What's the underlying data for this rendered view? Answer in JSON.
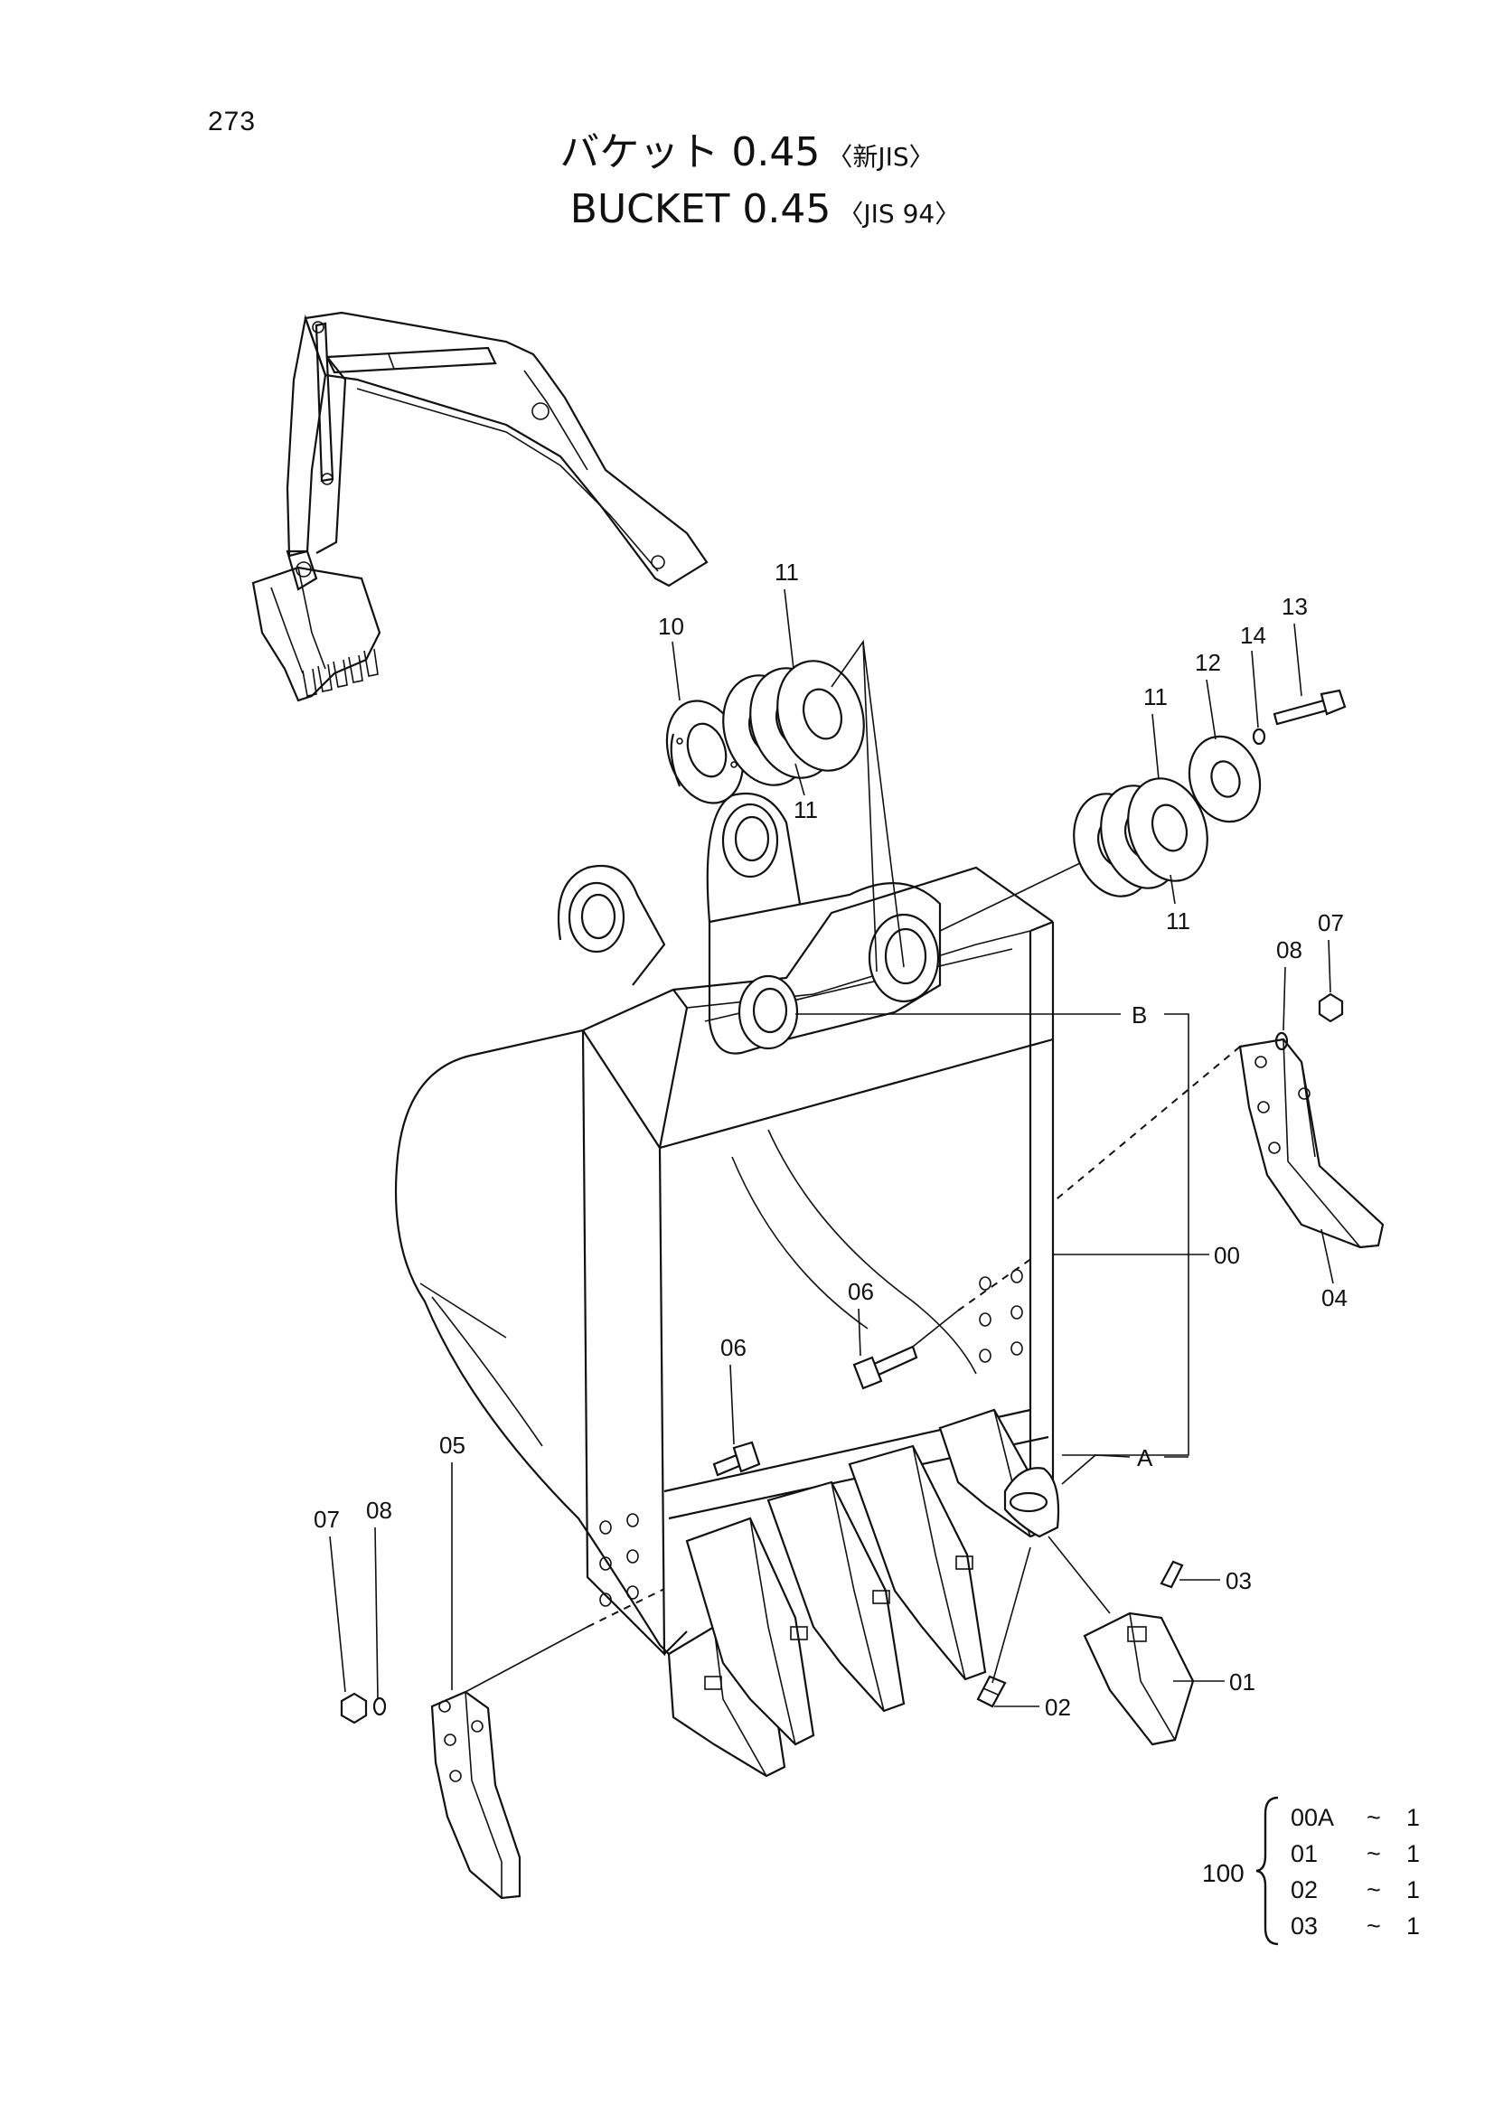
{
  "page_number": "273",
  "title": {
    "japanese": "バケット 0.45",
    "japanese_qualifier": "〈新JIS〉",
    "english": "BUCKET 0.45",
    "english_qualifier": "〈JIS 94〉"
  },
  "callouts": {
    "c00": "00",
    "c01": "01",
    "c02": "02",
    "c03": "03",
    "c04": "04",
    "c05": "05",
    "c06a": "06",
    "c06b": "06",
    "c07a": "07",
    "c07b": "07",
    "c08a": "08",
    "c08b": "08",
    "c10": "10",
    "c11a": "11",
    "c11b": "11",
    "c11c": "11",
    "c11d": "11",
    "c12": "12",
    "c13": "13",
    "c14": "14",
    "cA": "A",
    "cB": "B"
  },
  "kit": {
    "prefix": "100",
    "rows": [
      {
        "code": "00A",
        "sep": "~",
        "qty": "1"
      },
      {
        "code": "01",
        "sep": "~",
        "qty": "1"
      },
      {
        "code": "02",
        "sep": "~",
        "qty": "1"
      },
      {
        "code": "03",
        "sep": "~",
        "qty": "1"
      }
    ]
  }
}
